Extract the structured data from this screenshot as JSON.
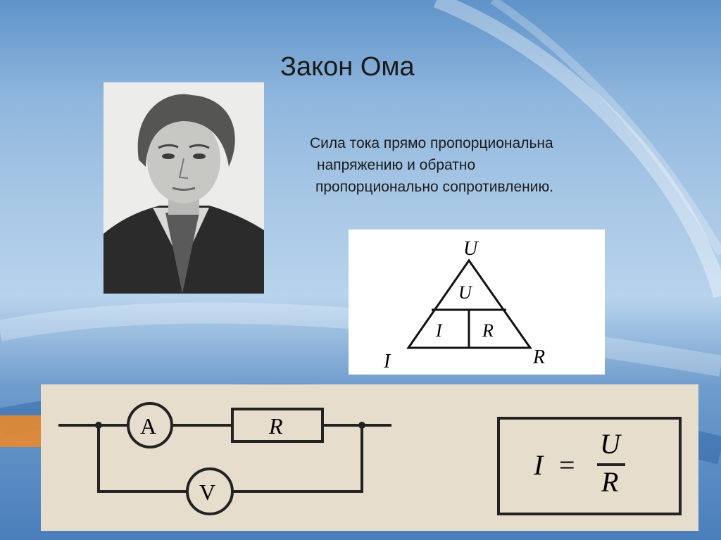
{
  "slide": {
    "title": "Закон Ома",
    "description_lines": [
      "Сила тока прямо пропорциональна",
      "напряжению и обратно",
      "пропорционально сопротивлению."
    ]
  },
  "triangle": {
    "top_label": "U",
    "left_label": "I",
    "right_label": "R",
    "inner_top": "U",
    "inner_left": "I",
    "inner_right": "R"
  },
  "circuit": {
    "ammeter": "A",
    "voltmeter": "V",
    "resistor": "R",
    "formula_lhs": "I",
    "formula_eq": "=",
    "formula_num": "U",
    "formula_den": "R"
  }
}
